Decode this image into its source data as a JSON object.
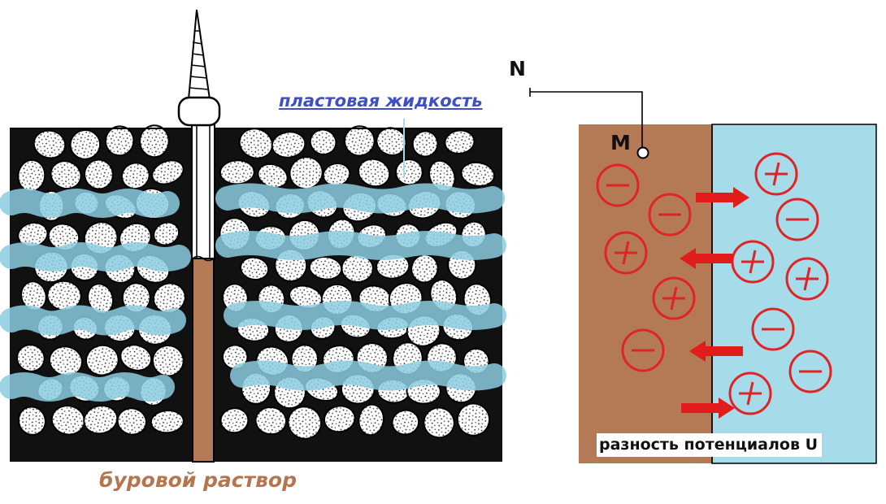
{
  "labels": {
    "formation_fluid": "пластовая жидкость",
    "drilling_mud": "буровой раствор",
    "electrode_n": "N",
    "electrode_m": "M",
    "potential_difference": "разность потенциалов U"
  },
  "ions": [
    {
      "sign": "−"
    },
    {
      "sign": "−"
    },
    {
      "sign": "+"
    },
    {
      "sign": "+"
    },
    {
      "sign": "−"
    },
    {
      "sign": "+"
    },
    {
      "sign": "−"
    },
    {
      "sign": "+"
    },
    {
      "sign": "+"
    },
    {
      "sign": "−"
    },
    {
      "sign": "−"
    },
    {
      "sign": "+"
    }
  ],
  "arrows": [
    {
      "direction": "right"
    },
    {
      "direction": "left"
    },
    {
      "direction": "left"
    },
    {
      "direction": "right"
    }
  ],
  "colors": {
    "mud": "#b47a55",
    "water": "#a6dbea",
    "fluid_band": "#8ccce0",
    "ion": "#e02424",
    "arrow": "#e21b1b",
    "fluid_label": "#3f4fc4",
    "mud_label": "#b5764f"
  }
}
